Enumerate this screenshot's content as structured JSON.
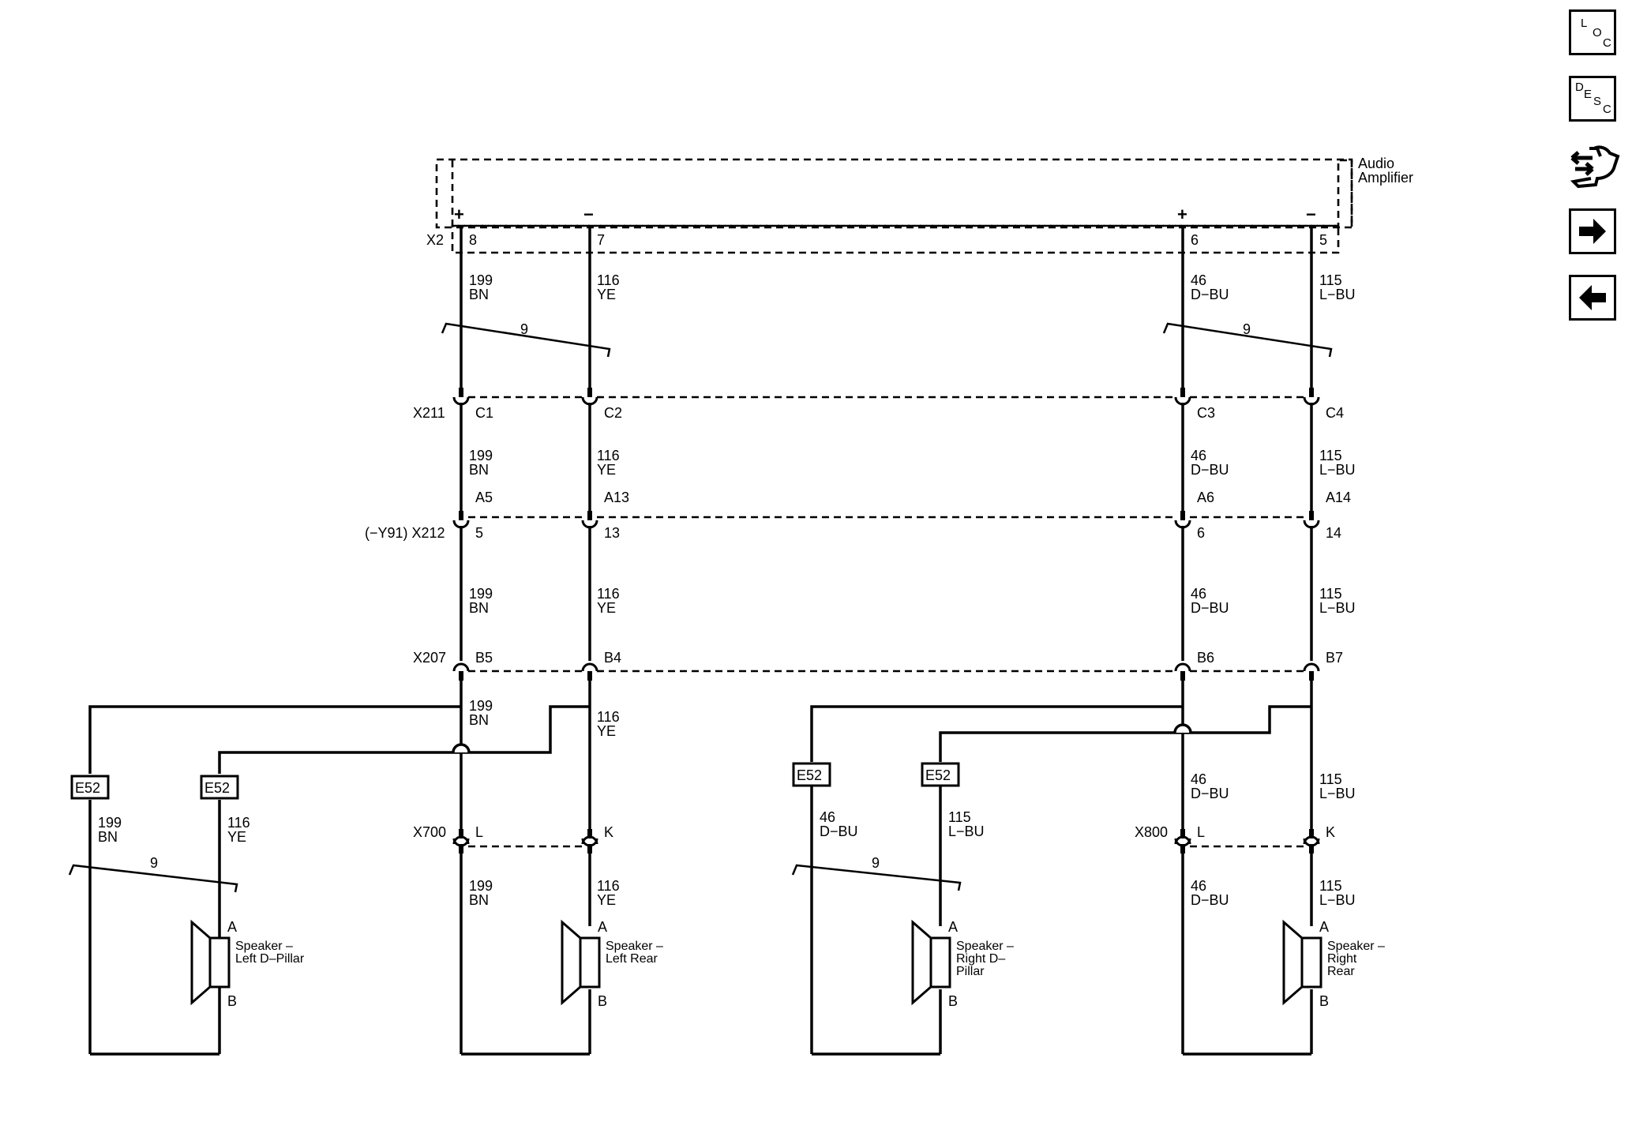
{
  "module": {
    "name": "Audio Amplifier",
    "connector": "X2",
    "plus": "+",
    "minus": "−"
  },
  "pins_top": [
    "8",
    "7",
    "6",
    "5"
  ],
  "circuits": {
    "left_plus": {
      "num": "199",
      "color": "BN"
    },
    "left_minus": {
      "num": "116",
      "color": "YE"
    },
    "right_plus": {
      "num": "46",
      "color": "D−BU"
    },
    "right_minus": {
      "num": "115",
      "color": "L−BU"
    }
  },
  "twist_label": "9",
  "connectors": {
    "x211": {
      "name": "X211",
      "pins": [
        "C1",
        "C2",
        "C3",
        "C4"
      ]
    },
    "x212": {
      "name": "(−Y91) X212",
      "pins_top": [
        "A5",
        "A13",
        "A6",
        "A14"
      ],
      "pins": [
        "5",
        "13",
        "6",
        "14"
      ]
    },
    "x207": {
      "name": "X207",
      "pins": [
        "B5",
        "B4",
        "B6",
        "B7"
      ]
    },
    "x700": {
      "name": "X700",
      "pins": [
        "L",
        "K"
      ]
    },
    "x800": {
      "name": "X800",
      "pins": [
        "L",
        "K"
      ]
    }
  },
  "ground_tag": "E52",
  "speakers": {
    "left_dpillar": {
      "line1": "Speaker –",
      "line2": "Left D–Pillar",
      "line3": ""
    },
    "left_rear": {
      "line1": "Speaker –",
      "line2": "Left Rear",
      "line3": ""
    },
    "right_dpillar": {
      "line1": "Speaker –",
      "line2": "Right D–",
      "line3": "Pillar"
    },
    "right_rear": {
      "line1": "Speaker –",
      "line2": "Right",
      "line3": "Rear"
    }
  },
  "speaker_pins": {
    "a": "A",
    "b": "B"
  },
  "nav": {
    "loc": {
      "l1": "L",
      "l2": "O",
      "l3": "C"
    },
    "desc": {
      "l1": "D",
      "l2": "E",
      "l3": "S",
      "l4": "C"
    },
    "icons": [
      "schematic-icon",
      "next-arrow-icon",
      "previous-arrow-icon"
    ]
  }
}
